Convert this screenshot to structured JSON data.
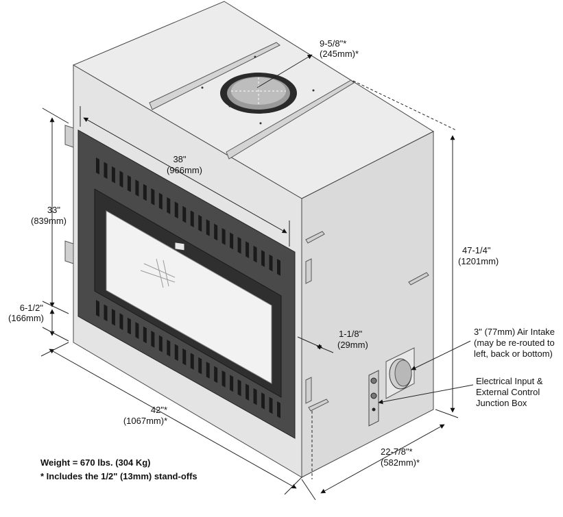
{
  "dims": {
    "flue": {
      "l1": "9-5/8\"*",
      "l2": "(245mm)*"
    },
    "width38": {
      "l1": "38\"",
      "l2": "(966mm)"
    },
    "h33": {
      "l1": "33\"",
      "l2": "(839mm)"
    },
    "h6": {
      "l1": "6-1/2\"",
      "l2": "(166mm)"
    },
    "w42": {
      "l1": "42\"*",
      "l2": "(1067mm)*"
    },
    "h47": {
      "l1": "47-1/4\"",
      "l2": "(1201mm)"
    },
    "d118": {
      "l1": "1-1/8\"",
      "l2": "(29mm)"
    },
    "d22": {
      "l1": "22-7/8\"*",
      "l2": "(582mm)*"
    }
  },
  "callouts": {
    "air": {
      "l1": "3\" (77mm) Air Intake",
      "l2": "(may be re-routed to",
      "l3": "left, back or bottom)"
    },
    "elec": {
      "l1": "Electrical Input &",
      "l2": "External Control",
      "l3": "Junction Box"
    }
  },
  "notes": {
    "weight": "Weight = 670 lbs. (304 Kg)",
    "standoffs": "* Includes the 1/2\" (13mm) stand-offs"
  },
  "colors": {
    "body": "#e4e4e4",
    "top": "#ececec",
    "side": "#dadada",
    "frame": "#4a4a4a",
    "glass": "#f2f2f2"
  }
}
